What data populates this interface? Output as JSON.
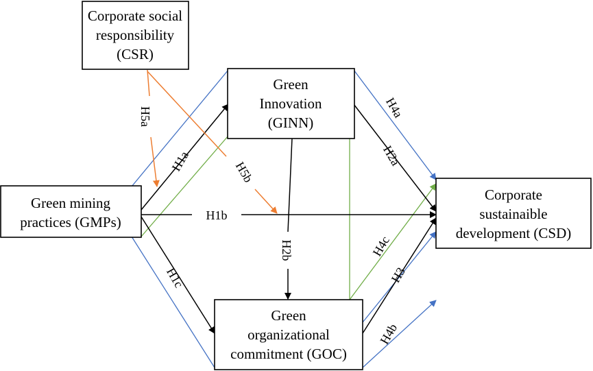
{
  "nodes": {
    "csr": {
      "lines": [
        "Corporate social",
        "responsibility",
        "(CSR)"
      ]
    },
    "ginn": {
      "lines": [
        "Green",
        "Innovation",
        "(GINN)"
      ]
    },
    "gmp": {
      "lines": [
        "Green mining",
        "practices (GMPs)"
      ]
    },
    "csd": {
      "lines": [
        "Corporate",
        "sustainaible",
        "development (CSD)"
      ]
    },
    "goc": {
      "lines": [
        "Green",
        "organizational",
        "commitment (GOC)"
      ]
    }
  },
  "hypotheses": {
    "h1a": "H1a",
    "h1b": "H1b",
    "h1c": "H1c",
    "h2a": "H2a",
    "h2b": "H2b",
    "h3": "H3",
    "h4a": "H4a",
    "h4b": "H4b",
    "h4c": "H4c",
    "h5a": "H5a",
    "h5b": "H5b"
  },
  "colors": {
    "direct": "#000000",
    "moderation": "#ED7D31",
    "mediation_ginn": "#4472C4",
    "mediation_goc": "#70AD47"
  }
}
